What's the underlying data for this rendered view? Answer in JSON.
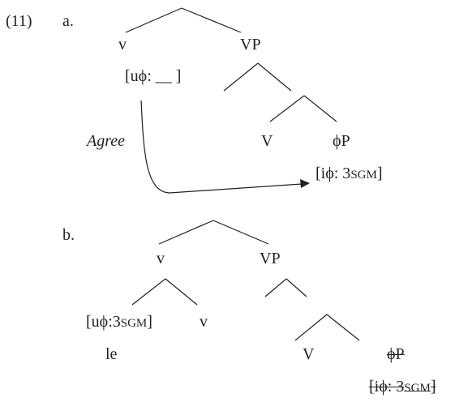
{
  "example": {
    "number": "(11)",
    "a": {
      "label": "a.",
      "v": "v",
      "vp": "VP",
      "u_feature": "[uϕ:  __ ]",
      "agree": "Agree",
      "V": "V",
      "phiP": "ϕP",
      "i_feature_pre": "[iϕ: 3",
      "i_feature_sc": "sgM",
      "i_feature_post": "]"
    },
    "b": {
      "label": "b.",
      "v_top": "v",
      "vp": "VP",
      "u_feature_pre": "[uϕ:3",
      "u_feature_sc": "sgM",
      "u_feature_post": "]",
      "v_head": "v",
      "clitic": "le",
      "V": "V",
      "phiP": "ϕP",
      "i_feature_pre": "[iϕ: 3",
      "i_feature_sc": "sgM",
      "i_feature_post": "]"
    }
  }
}
